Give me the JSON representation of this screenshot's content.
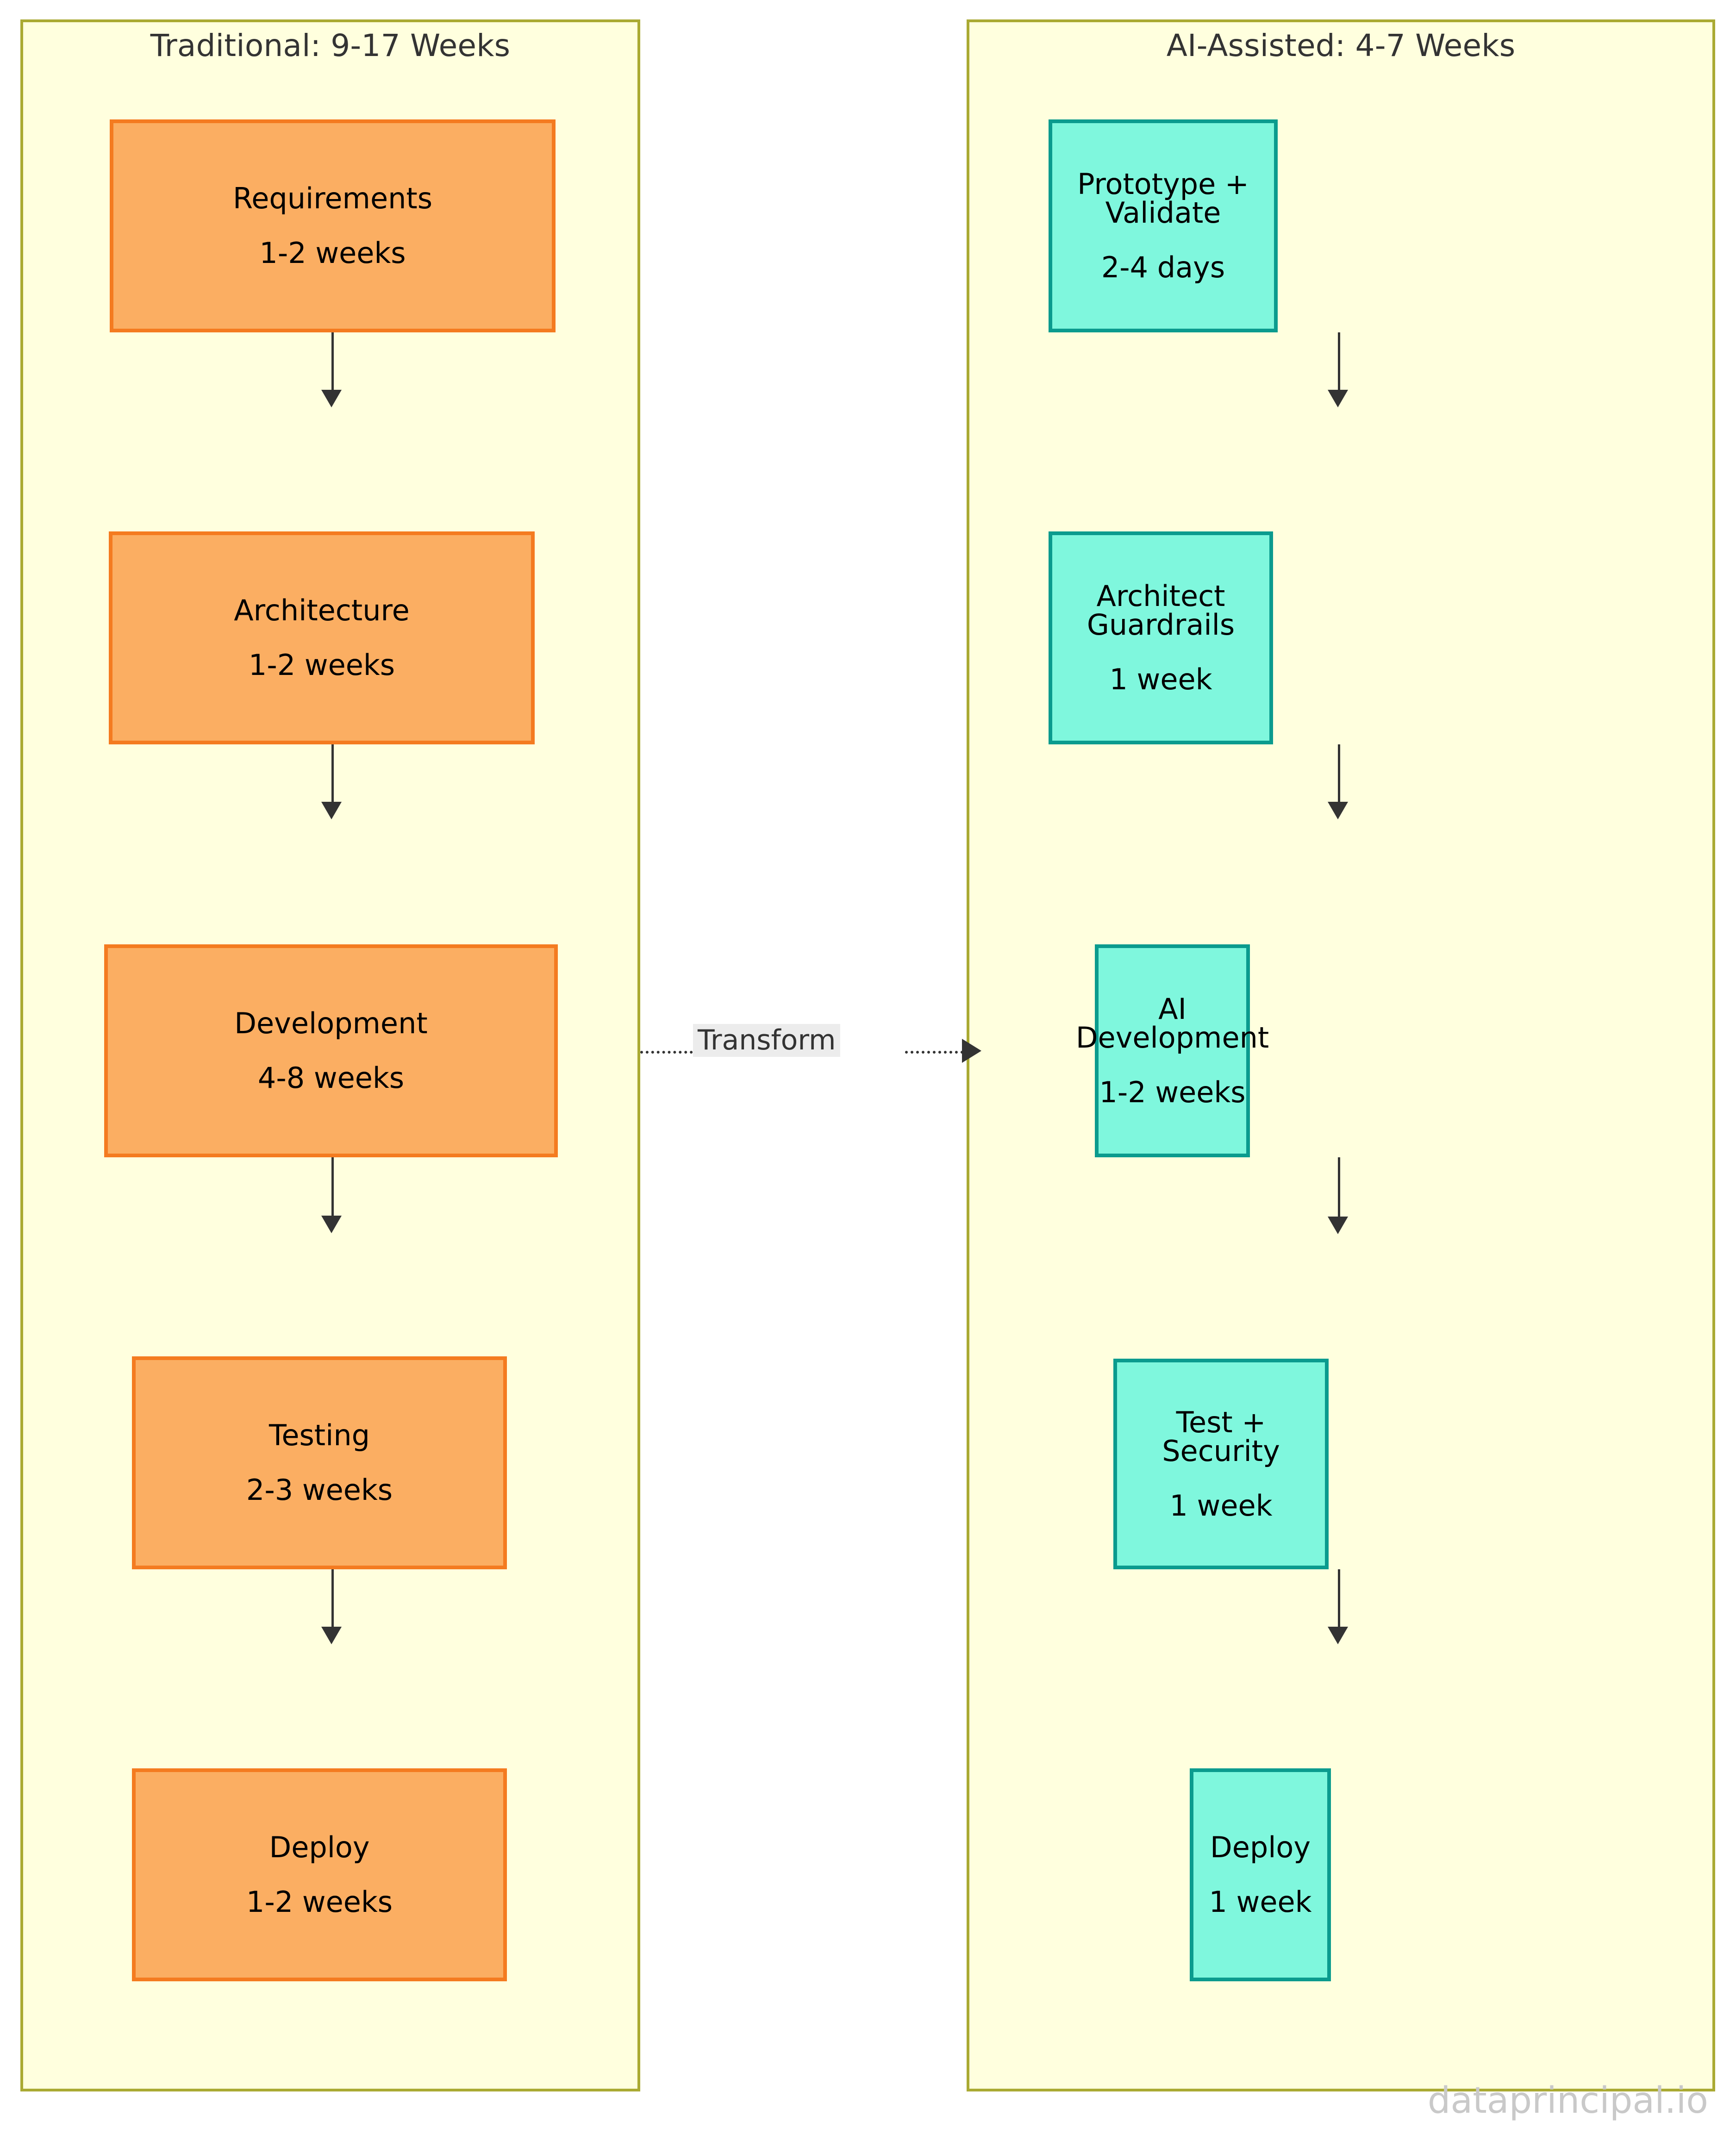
{
  "diagram": {
    "type": "flowchart",
    "clusters": [
      {
        "id": "traditional",
        "title": "Traditional: 9-17 Weeks",
        "accent": "#f47b20",
        "fill": "#fbae62",
        "nodes": [
          {
            "id": "requirements",
            "label": "Requirements",
            "duration": "1-2 weeks"
          },
          {
            "id": "architecture",
            "label": "Architecture",
            "duration": "1-2 weeks"
          },
          {
            "id": "development",
            "label": "Development",
            "duration": "4-8 weeks"
          },
          {
            "id": "testing",
            "label": "Testing",
            "duration": "2-3 weeks"
          },
          {
            "id": "deploy",
            "label": "Deploy",
            "duration": "1-2 weeks"
          }
        ]
      },
      {
        "id": "ai_assisted",
        "title": "AI-Assisted: 4-7 Weeks",
        "accent": "#0b9b8e",
        "fill": "#7ff7dd",
        "nodes": [
          {
            "id": "prototype",
            "label": "Prototype + Validate",
            "duration": "2-4 days"
          },
          {
            "id": "guardrails",
            "label": "Architect Guardrails",
            "duration": "1 week"
          },
          {
            "id": "ai_development",
            "label": "AI Development",
            "duration": "1-2 weeks"
          },
          {
            "id": "test_security",
            "label": "Test + Security",
            "duration": "1 week"
          },
          {
            "id": "deploy",
            "label": "Deploy",
            "duration": "1 week"
          }
        ]
      }
    ],
    "cross_edge": {
      "label": "Transform",
      "from": "development",
      "to": "ai_development",
      "style": "dotted"
    },
    "cluster_border_color": "#aaaa33",
    "cluster_fill_color": "#ffffde",
    "edge_color": "#333333"
  },
  "watermark": {
    "text": "dataprincipal.io"
  }
}
